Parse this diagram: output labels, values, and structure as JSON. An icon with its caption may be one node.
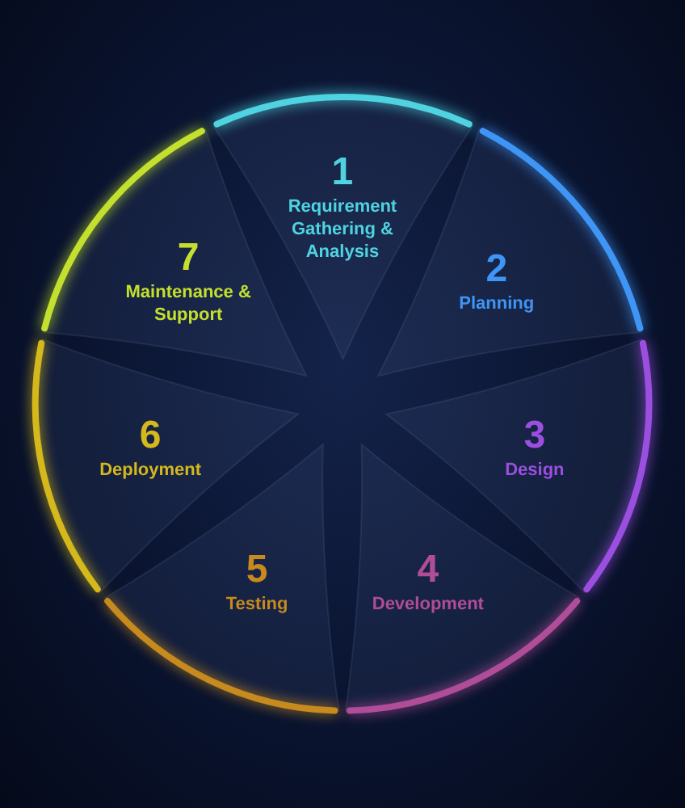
{
  "diagram": {
    "nodes": [
      {
        "text": [
          "1",
          "Requirement Gathering & Analysis"
        ]
      },
      {
        "text": [
          "2",
          "Planning"
        ]
      },
      {
        "text": [
          "3",
          "Design"
        ]
      },
      {
        "text": [
          "4",
          "Development"
        ]
      },
      {
        "text": [
          "5",
          "Testing"
        ]
      },
      {
        "text": [
          "6",
          "Deployment"
        ]
      },
      {
        "text": [
          "7",
          "Maintenance & Support"
        ]
      }
    ]
  }
}
